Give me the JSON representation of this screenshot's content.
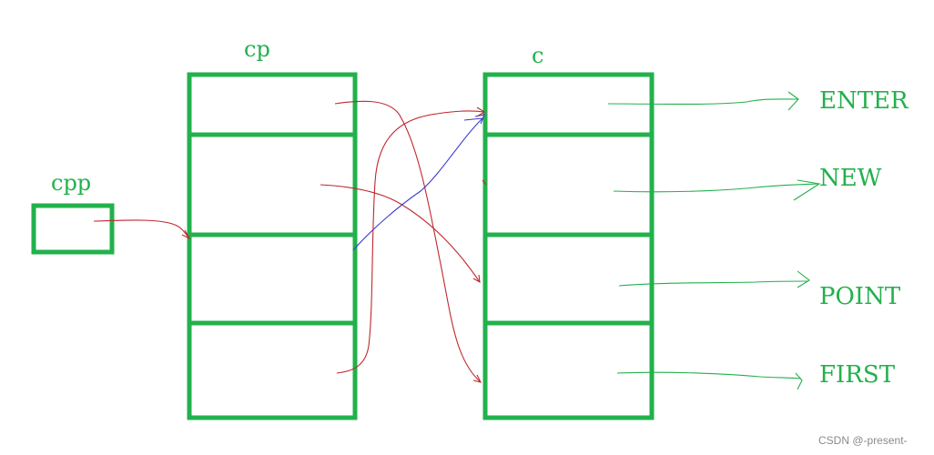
{
  "labels": {
    "cpp": "cpp",
    "cp": "cp",
    "c": "c"
  },
  "strings": [
    "ENTER",
    "NEW",
    "POINT",
    "FIRST"
  ],
  "watermark": "CSDN @-present-",
  "colors": {
    "box": "#22b14c",
    "red_pointer": "#c0272d",
    "blue_pointer": "#3a3ad0",
    "green_pointer": "#22b14c",
    "text": "#22b14c"
  }
}
